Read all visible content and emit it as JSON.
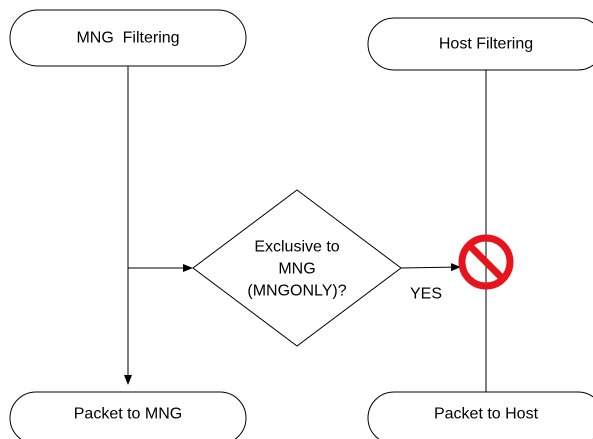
{
  "nodes": {
    "mng_filtering": "MNG  Filtering",
    "host_filtering": "Host Filtering",
    "packet_to_mng": "Packet to MNG",
    "packet_to_host": "Packet to Host"
  },
  "decision": {
    "lines": [
      "Exclusive to",
      "MNG",
      "(MNGONLY)?"
    ],
    "yes_label": "YES"
  },
  "blocked_icon": "no-entry-icon",
  "colors": {
    "stroke": "#000000",
    "blocked": "#e8141c"
  }
}
